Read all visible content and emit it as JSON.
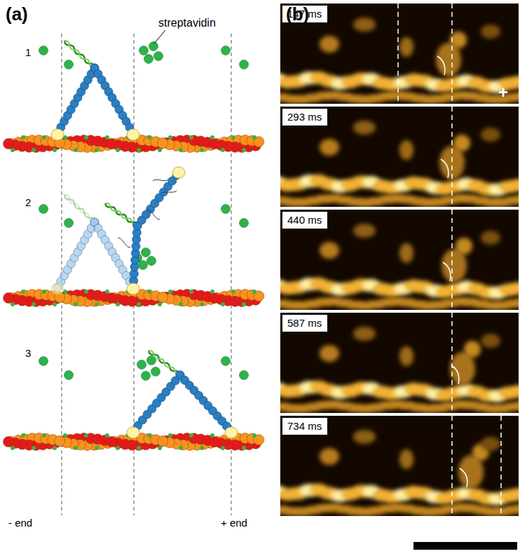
{
  "diagram": {
    "nodes": [
      {
        "text": [
          "147 ms"
        ]
      },
      {
        "text": [
          "293 ms"
        ]
      },
      {
        "text": [
          "440 ms"
        ]
      },
      {
        "text": [
          "587 ms"
        ]
      },
      {
        "text": [
          "734 ms"
        ]
      }
    ],
    "labels": [
      "(a)",
      "(b)",
      "streptavidin",
      "1",
      "2",
      "3",
      "- end",
      "+ end",
      "+"
    ]
  }
}
